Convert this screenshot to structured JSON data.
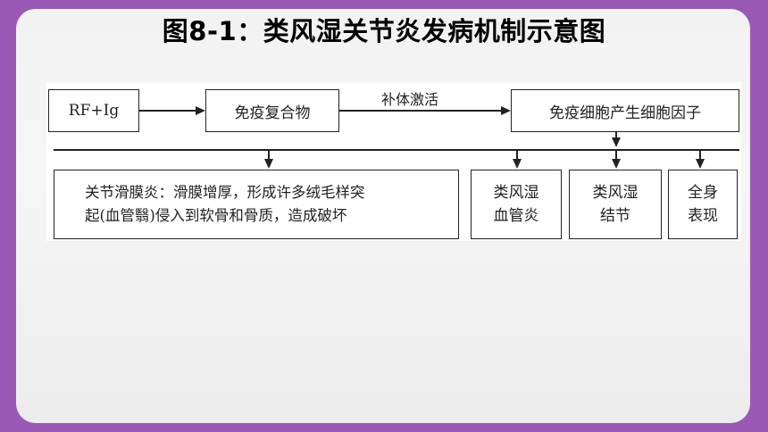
{
  "title": "图8-1：类风湿关节炎发病机制示意图",
  "nodes": {
    "rf": "RF+Ig",
    "immune_complex": "免疫复合物",
    "cell_cytokines": "免疫细胞产生细胞因子",
    "synovitis_line1": "关节滑膜炎：滑膜增厚，形成许多绒毛样突",
    "synovitis_line2": "起(血管翳)侵入到软骨和骨质，造成破坏",
    "vasculitis_line1": "类风湿",
    "vasculitis_line2": "血管炎",
    "nodule_line1": "类风湿",
    "nodule_line2": "结节",
    "systemic_line1": "全身",
    "systemic_line2": "表现"
  },
  "edges": {
    "complement_activation": "补体激活"
  }
}
